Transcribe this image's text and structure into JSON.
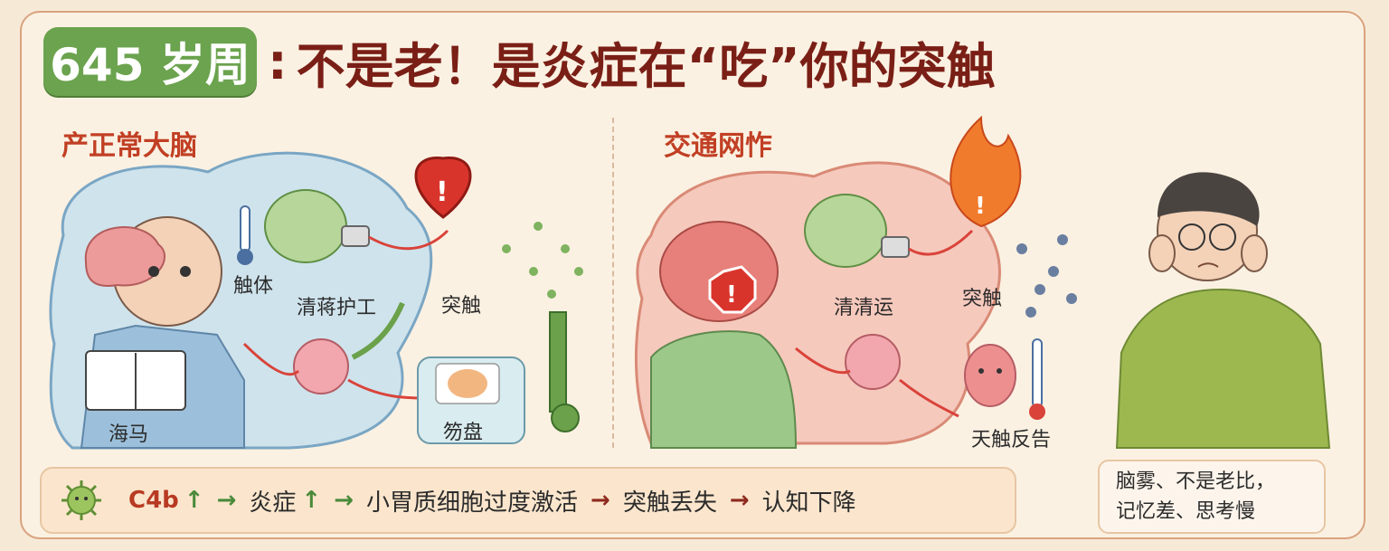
{
  "header": {
    "age_badge": "645 岁周",
    "colon": ":",
    "title": "不是老！是炎症在“吃”你的突触"
  },
  "left_panel": {
    "title": "产正常大脑",
    "labels": {
      "thermometer": "触体",
      "process": "清蒋护工",
      "synapse": "突触",
      "hippocampus": "海马",
      "disk": "笏盘"
    }
  },
  "right_panel": {
    "title": "交通网怍",
    "labels": {
      "process": "清清运",
      "synapse": "突触",
      "warning": "天触反告"
    }
  },
  "bottom_bar": {
    "step1": "C4b",
    "step1_up": "↑",
    "step2": "炎症",
    "step2_up": "↑",
    "step3": "小胃质细胞过度激活",
    "step4": "突触丢失",
    "step5": "认知下降",
    "arrow": "→"
  },
  "side_box": {
    "line1": "脑雾、不是老比，",
    "line2": "记忆差、思考慢"
  },
  "colors": {
    "badge_green": "#6ba34e",
    "title_red": "#7a1f16",
    "section_red": "#c13f24",
    "blue_blob": "#cfe3ec",
    "pink_blob": "#f6c9bd"
  }
}
